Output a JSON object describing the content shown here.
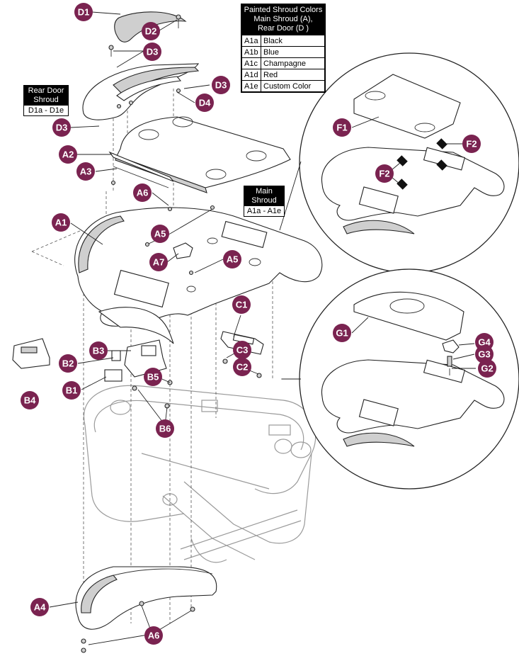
{
  "color_table": {
    "title_lines": [
      "Painted Shroud Colors",
      "Main Shroud (A),",
      "Rear Door (D )"
    ],
    "rows": [
      {
        "code": "A1a",
        "color": "Black"
      },
      {
        "code": "A1b",
        "color": "Blue"
      },
      {
        "code": "A1c",
        "color": "Champagne"
      },
      {
        "code": "A1d",
        "color": "Red"
      },
      {
        "code": "A1e",
        "color": "Custom Color"
      }
    ]
  },
  "rear_door_box": {
    "title_lines": [
      "Rear Door",
      "Shroud"
    ],
    "range": "D1a - D1e"
  },
  "main_shroud_box": {
    "title_lines": [
      "Main",
      "Shroud"
    ],
    "range": "A1a - A1e"
  },
  "callouts": {
    "D1": "D1",
    "D2": "D2",
    "D3a": "D3",
    "D3b": "D3",
    "D3c": "D3",
    "D4": "D4",
    "A2": "A2",
    "A3": "A3",
    "A6a": "A6",
    "A1": "A1",
    "A5a": "A5",
    "A5b": "A5",
    "A7": "A7",
    "B3": "B3",
    "B2": "B2",
    "B4": "B4",
    "B1": "B1",
    "B5": "B5",
    "B6": "B6",
    "C1": "C1",
    "C3": "C3",
    "C2": "C2",
    "F1": "F1",
    "F2a": "F2",
    "F2b": "F2",
    "G1": "G1",
    "G4": "G4",
    "G3": "G3",
    "G2": "G2",
    "A4": "A4",
    "A6b": "A6"
  },
  "colors": {
    "callout_fill": "#7a2350",
    "callout_text": "#ffffff",
    "frame_stroke": "#9a9a9a"
  }
}
